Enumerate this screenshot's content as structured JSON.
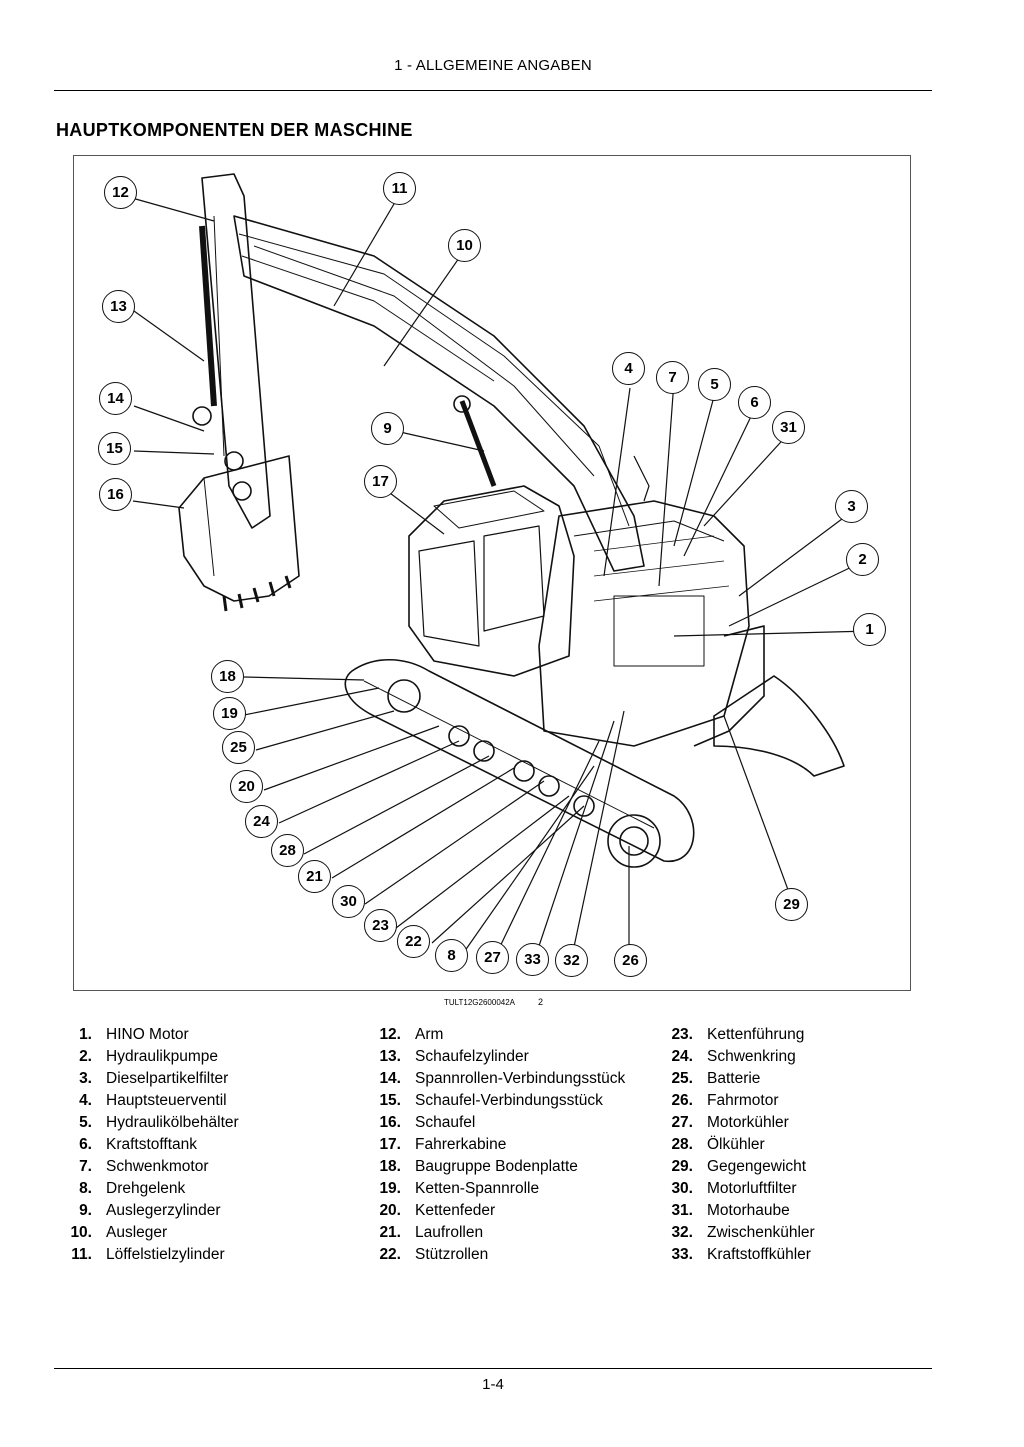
{
  "header": {
    "section": "1 - ALLGEMEINE ANGABEN"
  },
  "page_title": "HAUPTKOMPONENTEN DER MASCHINE",
  "figure": {
    "caption_code": "TULT12G2600042A",
    "caption_number": "2",
    "callouts": [
      "12",
      "11",
      "10",
      "13",
      "4",
      "7",
      "5",
      "6",
      "14",
      "9",
      "31",
      "15",
      "17",
      "3",
      "16",
      "2",
      "1",
      "18",
      "19",
      "25",
      "20",
      "24",
      "28",
      "21",
      "30",
      "23",
      "22",
      "8",
      "27",
      "33",
      "32",
      "26",
      "29"
    ]
  },
  "legend": {
    "col1": [
      {
        "n": "1.",
        "label": "HINO Motor"
      },
      {
        "n": "2.",
        "label": "Hydraulikpumpe"
      },
      {
        "n": "3.",
        "label": "Dieselpartikelfilter"
      },
      {
        "n": "4.",
        "label": "Hauptsteuerventil"
      },
      {
        "n": "5.",
        "label": "Hydraulikölbehälter"
      },
      {
        "n": "6.",
        "label": "Kraftstofftank"
      },
      {
        "n": "7.",
        "label": "Schwenkmotor"
      },
      {
        "n": "8.",
        "label": "Drehgelenk"
      },
      {
        "n": "9.",
        "label": "Auslegerzylinder"
      },
      {
        "n": "10.",
        "label": "Ausleger"
      },
      {
        "n": "11.",
        "label": "Löffelstielzylinder"
      }
    ],
    "col2": [
      {
        "n": "12.",
        "label": "Arm"
      },
      {
        "n": "13.",
        "label": "Schaufelzylinder"
      },
      {
        "n": "14.",
        "label": "Spannrollen-Verbindungsstück"
      },
      {
        "n": "15.",
        "label": "Schaufel-Verbindungsstück"
      },
      {
        "n": "16.",
        "label": "Schaufel"
      },
      {
        "n": "17.",
        "label": "Fahrerkabine"
      },
      {
        "n": "18.",
        "label": "Baugruppe Bodenplatte"
      },
      {
        "n": "19.",
        "label": "Ketten-Spannrolle"
      },
      {
        "n": "20.",
        "label": "Kettenfeder"
      },
      {
        "n": "21.",
        "label": "Laufrollen"
      },
      {
        "n": "22.",
        "label": "Stützrollen"
      }
    ],
    "col3": [
      {
        "n": "23.",
        "label": "Kettenführung"
      },
      {
        "n": "24.",
        "label": "Schwenkring"
      },
      {
        "n": "25.",
        "label": "Batterie"
      },
      {
        "n": "26.",
        "label": "Fahrmotor"
      },
      {
        "n": "27.",
        "label": "Motorkühler"
      },
      {
        "n": "28.",
        "label": "Ölkühler"
      },
      {
        "n": "29.",
        "label": "Gegengewicht"
      },
      {
        "n": "30.",
        "label": "Motorluftfilter"
      },
      {
        "n": "31.",
        "label": "Motorhaube"
      },
      {
        "n": "32.",
        "label": "Zwischenkühler"
      },
      {
        "n": "33.",
        "label": "Kraftstoffkühler"
      }
    ]
  },
  "footer": {
    "page_number": "1-4"
  }
}
